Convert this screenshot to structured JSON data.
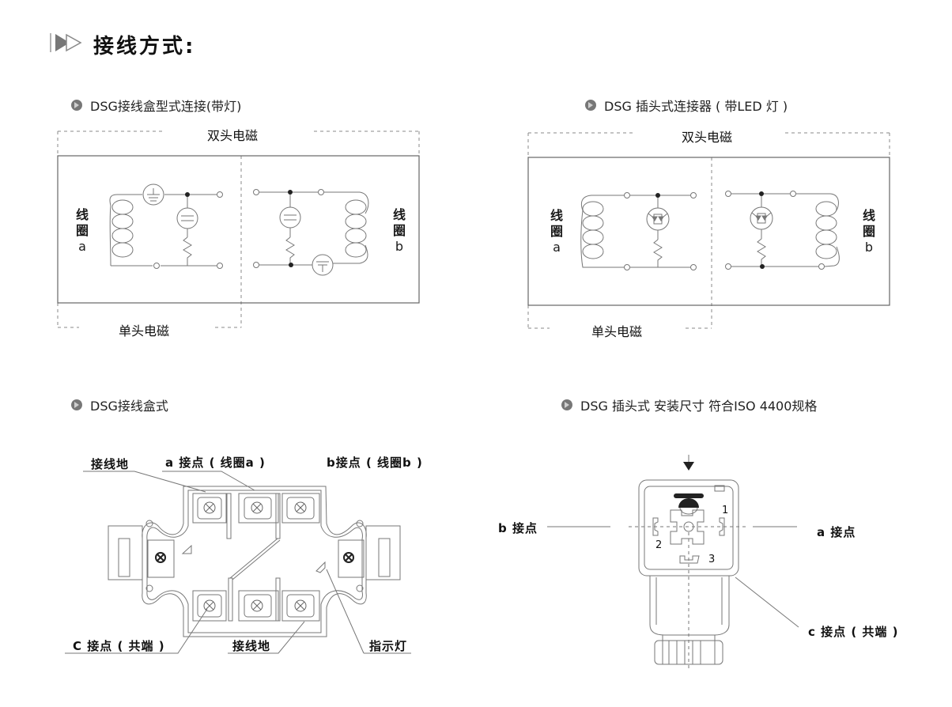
{
  "page": {
    "title": "接线方式:",
    "title_icon": "double-play-arrow-icon"
  },
  "sections": {
    "top_left": {
      "heading": "DSG接线盒型式连接(带灯)",
      "double_label": "双头电磁",
      "single_label": "单头电磁",
      "coil_a": {
        "line1": "线",
        "line2": "圈",
        "letter": "a"
      },
      "coil_b": {
        "line1": "线",
        "line2": "圈",
        "letter": "b"
      },
      "indicator_symbol": "neon-lamp-icon"
    },
    "top_right": {
      "heading": "DSG 插头式连接器 ( 带LED 灯 )",
      "double_label": "双头电磁",
      "single_label": "单头电磁",
      "coil_a": {
        "line1": "线",
        "line2": "圈",
        "letter": "a"
      },
      "coil_b": {
        "line1": "线",
        "line2": "圈",
        "letter": "b"
      },
      "indicator_symbol": "led-icon"
    },
    "bottom_left": {
      "heading": "DSG接线盒式",
      "labels": {
        "ground_top": "接线地",
        "contact_a": "a 接点 ( 线圈a )",
        "contact_b": "b接点 ( 线圈b )",
        "contact_c": "C 接点 ( 共端 )",
        "ground_bottom": "接线地",
        "indicator": "指示灯"
      }
    },
    "bottom_right": {
      "heading": "DSG 插头式 安装尺寸 符合ISO 4400规格",
      "labels": {
        "contact_b": "b 接点",
        "contact_a": "a 接点",
        "contact_c": "c 接点 ( 共端 )",
        "pin1": "1",
        "pin2": "2",
        "pin3": "3"
      }
    }
  }
}
